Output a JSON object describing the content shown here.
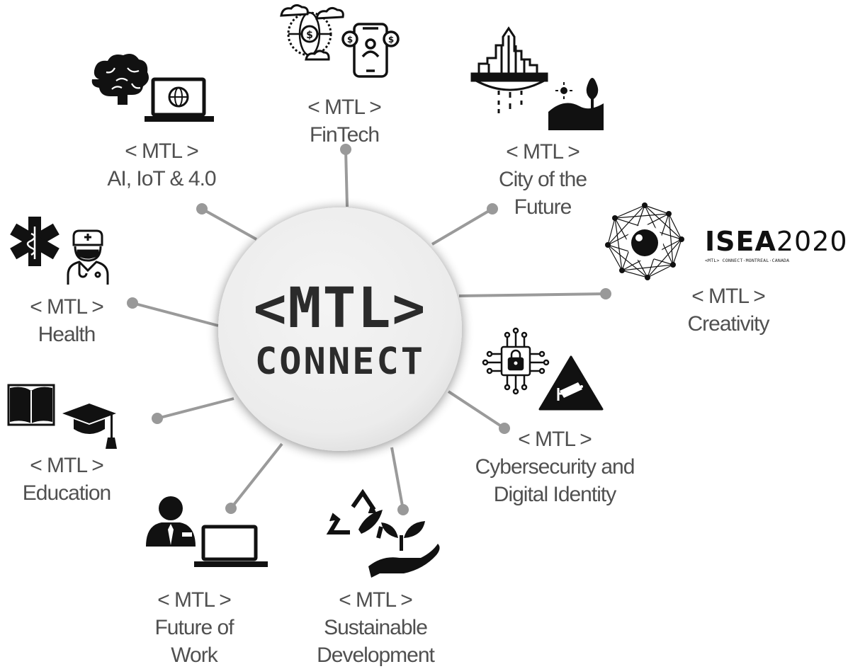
{
  "hub": {
    "line1": "<MTL>",
    "line2": "CONNECT"
  },
  "nodes": {
    "fintech": {
      "title": "< MTL >",
      "name": [
        "FinTech"
      ],
      "icons": [
        "globe-money-icon",
        "mobile-payment-icon"
      ]
    },
    "city": {
      "title": "< MTL >",
      "name": [
        "City of the",
        "Future"
      ],
      "icons": [
        "city-skyline-icon",
        "landscape-icon"
      ]
    },
    "creativity": {
      "title": "< MTL >",
      "name": [
        "Creativity"
      ],
      "icons": [
        "network-eye-logo"
      ]
    },
    "cyber": {
      "title": "< MTL >",
      "name": [
        "Cybersecurity and",
        "Digital Identity"
      ],
      "icons": [
        "circuit-lock-icon",
        "surveillance-camera-sign-icon"
      ]
    },
    "sustain": {
      "title": "< MTL >",
      "name": [
        "Sustainable",
        "Development"
      ],
      "icons": [
        "recycle-icon",
        "hand-plant-icon"
      ]
    },
    "work": {
      "title": "< MTL >",
      "name": [
        "Future of",
        "Work"
      ],
      "icons": [
        "businessman-icon",
        "laptop-icon"
      ]
    },
    "education": {
      "title": "< MTL >",
      "name": [
        "Education"
      ],
      "icons": [
        "open-book-icon",
        "graduation-cap-icon"
      ]
    },
    "health": {
      "title": "< MTL >",
      "name": [
        "Health"
      ],
      "icons": [
        "star-of-life-icon",
        "doctor-icon"
      ]
    },
    "ai": {
      "title": "< MTL >",
      "name": [
        "AI, IoT & 4.0"
      ],
      "icons": [
        "brain-icon",
        "laptop-globe-icon"
      ]
    }
  },
  "isea_logo": {
    "title_bold": "ISEA",
    "title_num": "2020",
    "subtitle": "<MTL> CONNECT·MONTREAL·CANADA"
  },
  "colors": {
    "spoke": "#9a9a9a",
    "dot": "#999999",
    "label": "#505050",
    "hub_fill": "#eeeeee",
    "icon": "#111111"
  }
}
